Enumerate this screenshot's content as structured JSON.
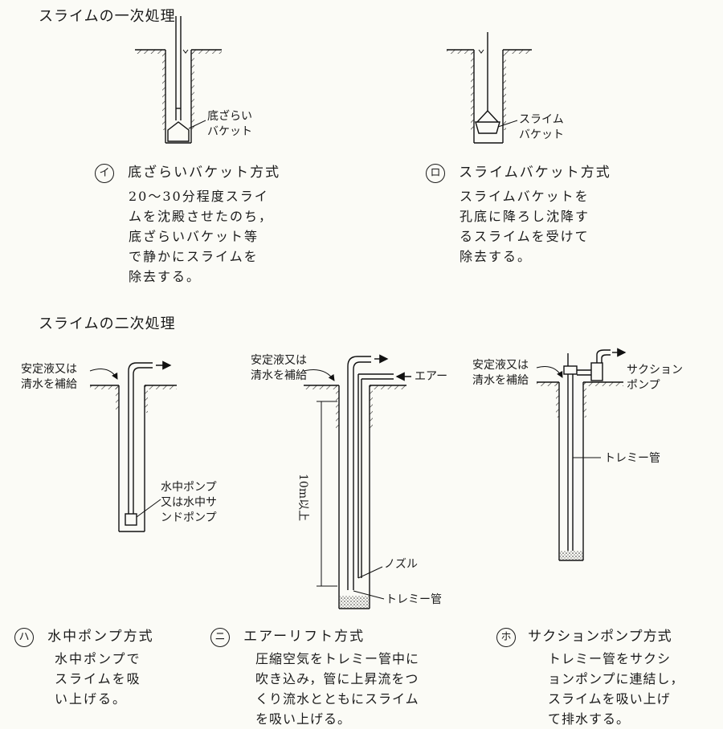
{
  "sections": {
    "primary_title": "スライムの一次処理",
    "secondary_title": "スライムの二次処理"
  },
  "methods": [
    {
      "marker": "イ",
      "title": "底ざらいバケット方式",
      "desc": [
        "20～30分程度スライ",
        "ムを沈殿させたのち，",
        "底ざらいバケット等",
        "で静かにスライムを",
        "除去する。"
      ],
      "labels": [
        "底ざらい",
        "バケット"
      ]
    },
    {
      "marker": "ロ",
      "title": "スライムバケット方式",
      "desc": [
        "スライムバケットを",
        "孔底に降ろし沈降す",
        "るスライムを受けて",
        "除去する。"
      ],
      "labels": [
        "スライム",
        "バケット"
      ]
    },
    {
      "marker": "ハ",
      "title": "水中ポンプ方式",
      "desc": [
        "水中ポンプで",
        "スライムを吸",
        "い上げる。"
      ],
      "labels": [
        "安定液又は",
        "清水を補給",
        "水中ポンプ",
        "又は水中サ",
        "ンドポンプ"
      ]
    },
    {
      "marker": "ニ",
      "title": "エアーリフト方式",
      "desc": [
        "圧縮空気をトレミー管中に",
        "吹き込み，管に上昇流をつ",
        "くり流水とともにスライム",
        "を吸い上げる。"
      ],
      "labels": [
        "安定液又は",
        "清水を補給",
        "エアー",
        "10m以上",
        "ノズル",
        "トレミー管"
      ]
    },
    {
      "marker": "ホ",
      "title": "サクションポンプ方式",
      "desc": [
        "トレミー管をサクシ",
        "ョンポンプに連結し，",
        "スライムを吸い上げ",
        "て排水する。"
      ],
      "labels": [
        "安定液又は",
        "清水を補給",
        "サクション",
        "ポンプ",
        "トレミー管"
      ]
    }
  ]
}
